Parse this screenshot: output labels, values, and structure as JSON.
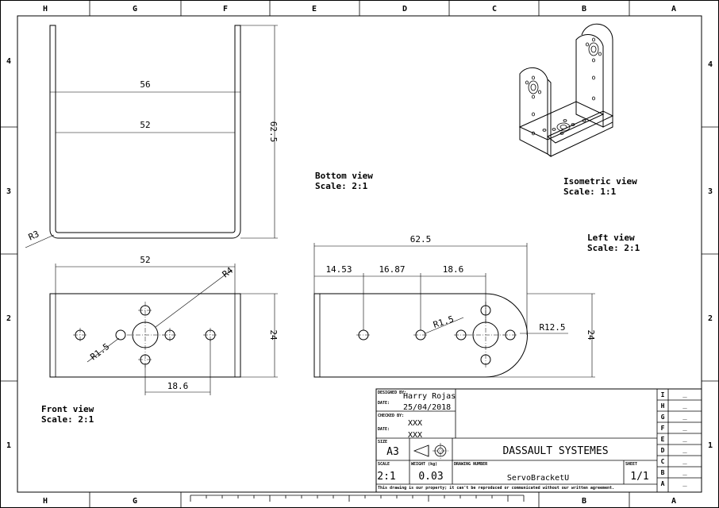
{
  "sheet": {
    "zone_columns": [
      "H",
      "G",
      "F",
      "E",
      "D",
      "C",
      "B",
      "A"
    ],
    "zone_rows": [
      "4",
      "3",
      "2",
      "1"
    ]
  },
  "views": {
    "bottom": {
      "name": "Bottom view",
      "scale": "Scale:  2:1"
    },
    "isometric": {
      "name": "Isometric view",
      "scale": "Scale:   1:1"
    },
    "left": {
      "name": "Left view",
      "scale": "Scale:  2:1"
    },
    "front": {
      "name": "Front view",
      "scale": "Scale:  2:1"
    }
  },
  "dimensions": {
    "bottom_outer_width": "56",
    "bottom_inner_width": "52",
    "bottom_height": "62.5",
    "bottom_radius": "R3",
    "front_width": "52",
    "front_hole_r4": "R4",
    "front_hole_r15": "R1.5",
    "front_height": "24",
    "front_spacing": "18.6",
    "left_total": "62.5",
    "left_seg1": "14.53",
    "left_seg2": "16.87",
    "left_seg3": "18.6",
    "left_hole_r15": "R1.5",
    "left_radius": "R12.5",
    "left_height": "24"
  },
  "title_block": {
    "designed_by_label": "DESIGNED BY:",
    "designed_by": "Harry Rojas",
    "date_label": "DATE:",
    "date": "25/04/2018",
    "checked_by_label": "CHECKED BY:",
    "checked_by": "XXX",
    "date2_label": "DATE:",
    "date2": "XXX",
    "size_label": "SIZE",
    "size": "A3",
    "company": "DASSAULT SYSTEMES",
    "scale_label": "SCALE",
    "scale": "2:1",
    "weight_label": "WEIGHT (kg)",
    "weight": "0.03",
    "drawing_number_label": "DRAWING NUMBER",
    "drawing_number": "ServoBracketU",
    "sheet_label": "SHEET",
    "sheet": "1/1",
    "notice": "This drawing is our property; it can't be reproduced or communicated without our written agreement.",
    "revisions": [
      "I",
      "H",
      "G",
      "F",
      "E",
      "D",
      "C",
      "B",
      "A"
    ],
    "revision_mark": "_"
  }
}
